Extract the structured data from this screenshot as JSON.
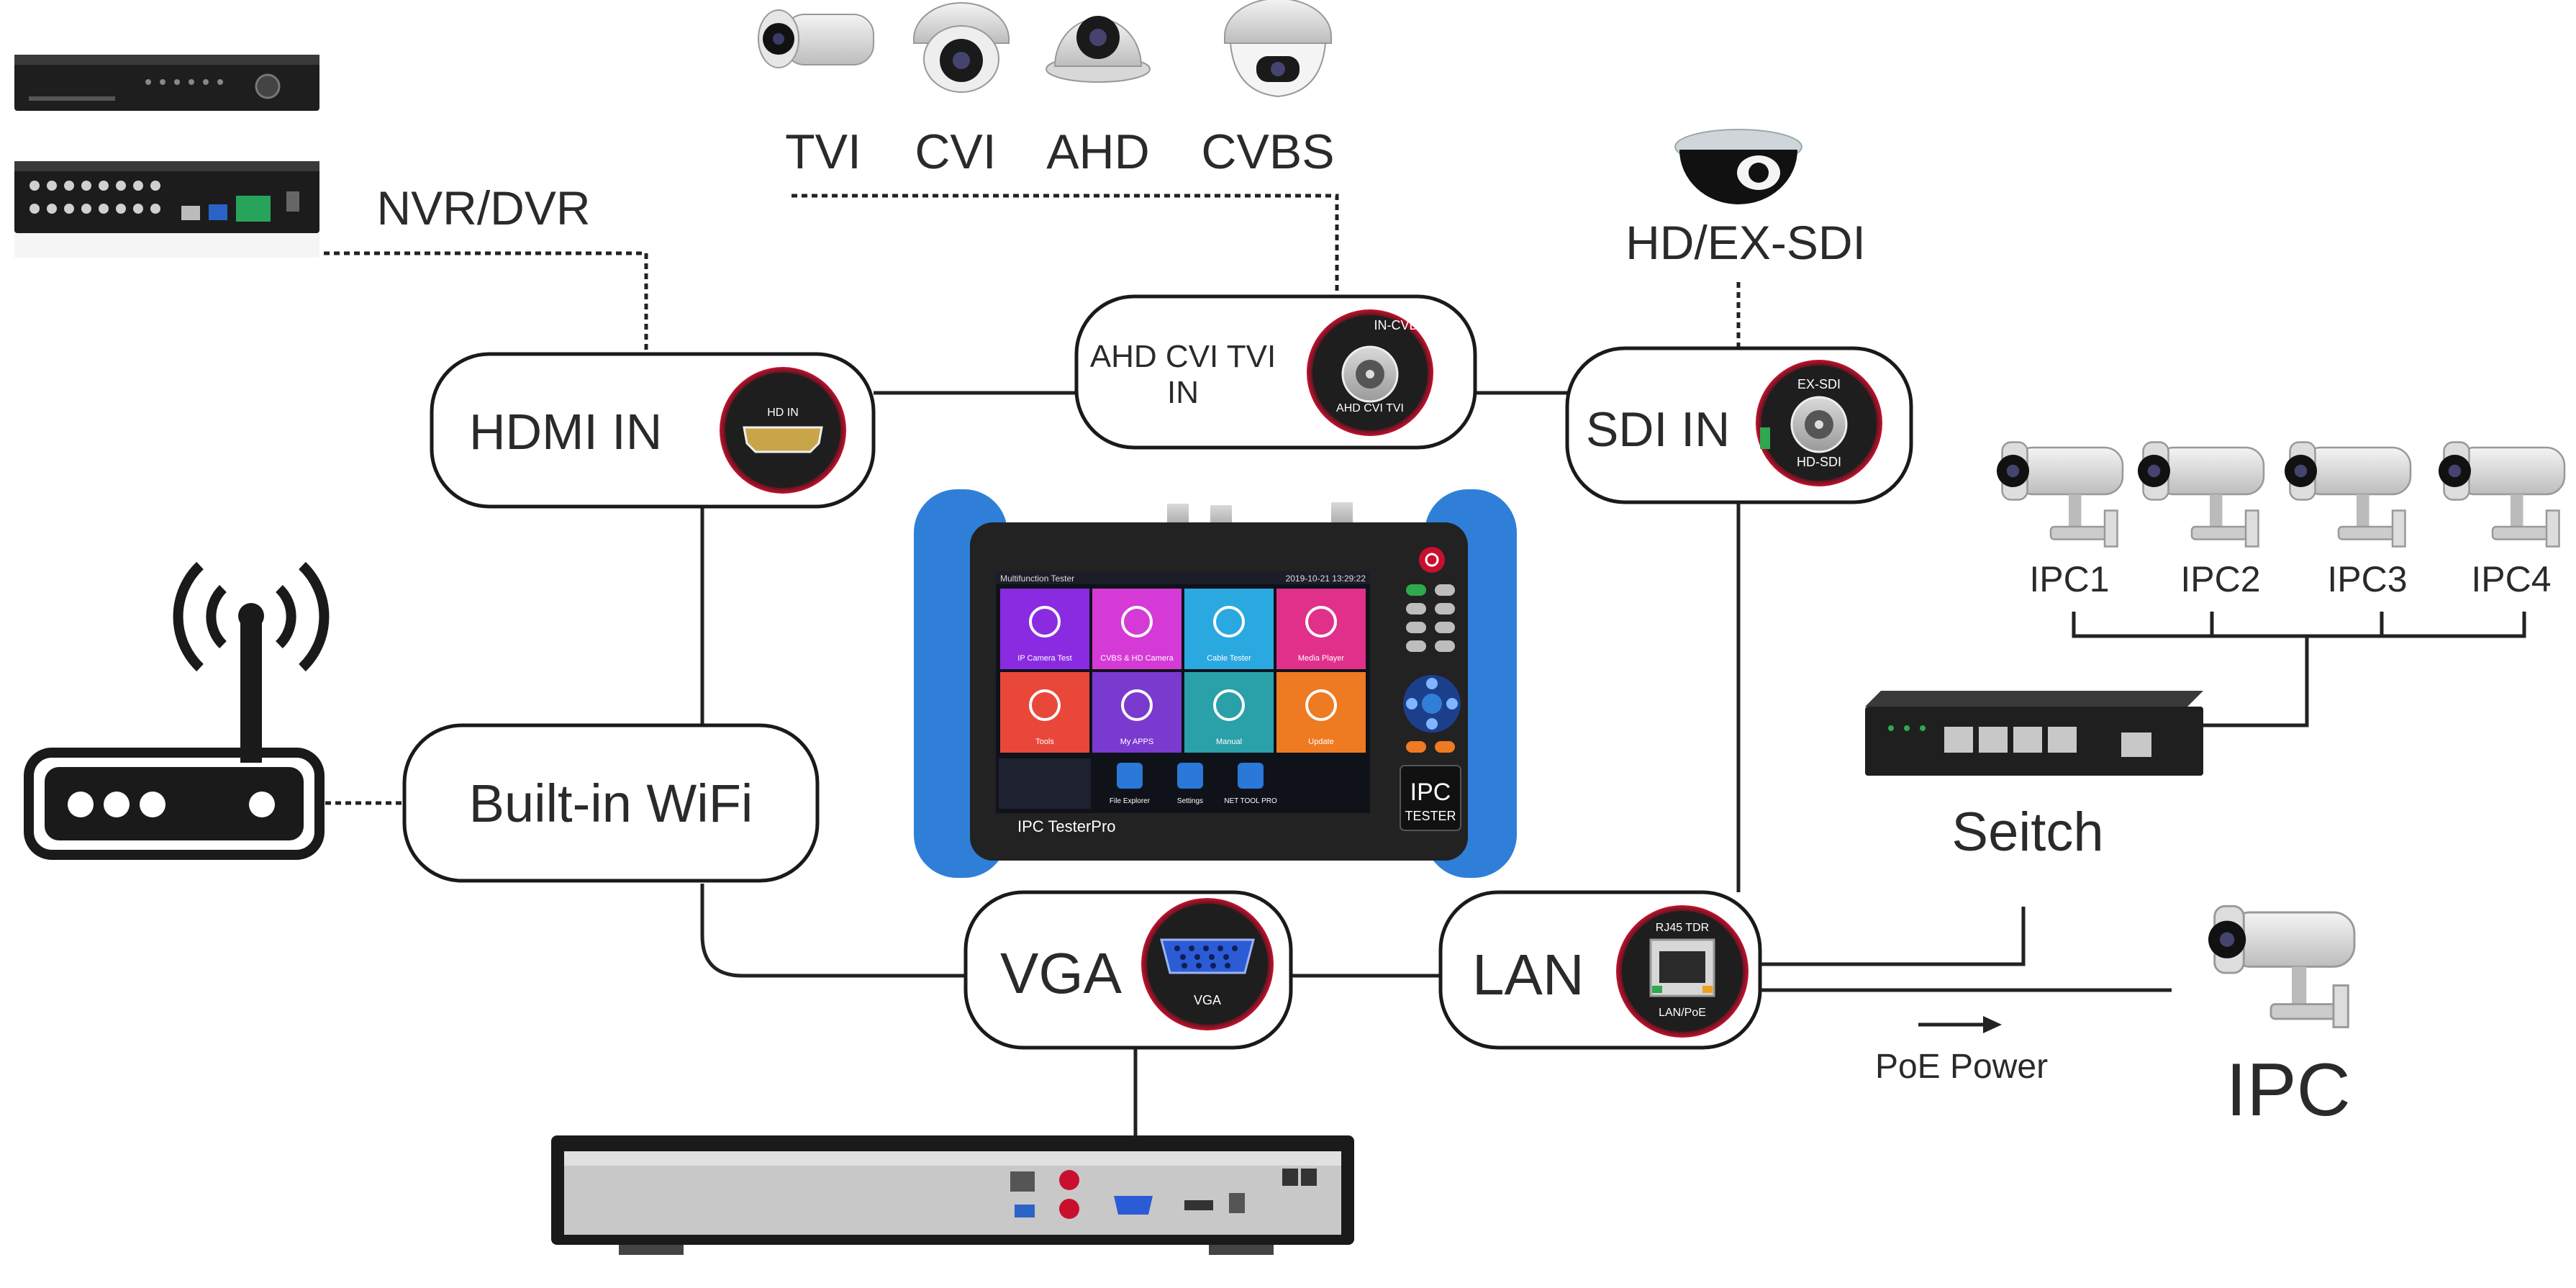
{
  "camera_types": {
    "tvi": "TVI",
    "cvi": "CVI",
    "ahd": "AHD",
    "cvbs": "CVBS"
  },
  "sources": {
    "nvr_dvr": "NVR/DVR",
    "hd_ex_sdi": "HD/EX-SDI"
  },
  "ports": {
    "hdmi_in": "HDMI IN",
    "hdmi_port_label": "HD IN",
    "analog_in_line1": "AHD CVI TVI",
    "analog_in_line2": "IN",
    "bnc_top_label": "IN-CVBS",
    "bnc_bottom_label": "AHD CVI TVI",
    "sdi_in": "SDI IN",
    "sdi_top_label": "EX-SDI",
    "sdi_bottom_label": "HD-SDI",
    "wifi": "Built-in WiFi",
    "vga": "VGA",
    "vga_port_label": "VGA",
    "lan": "LAN",
    "lan_top_label": "RJ45 TDR",
    "lan_bottom_label": "LAN/PoE"
  },
  "ipc_cameras": [
    "IPC1",
    "IPC2",
    "IPC3",
    "IPC4"
  ],
  "switch_label": "Seitch",
  "poe_label": "PoE Power",
  "ipc_label": "IPC",
  "tester": {
    "header_title": "Multifunction Tester",
    "header_time": "2019-10-21 13:29:22",
    "brand": "IPC TesterPro",
    "badge_line1": "IPC",
    "badge_line2": "TESTER",
    "tiles": [
      {
        "label": "IP Camera Test",
        "color": "#8a2be2"
      },
      {
        "label": "CVBS & HD Camera",
        "color": "#d63ad6"
      },
      {
        "label": "Cable Tester",
        "color": "#2aa8e0"
      },
      {
        "label": "Media Player",
        "color": "#e0308a"
      },
      {
        "label": "Tools",
        "color": "#e8473a"
      },
      {
        "label": "My APPS",
        "color": "#7a3ad0"
      },
      {
        "label": "Manual",
        "color": "#2aa0a8"
      },
      {
        "label": "Update",
        "color": "#ee7a22"
      }
    ],
    "dock": [
      "File Explorer",
      "Settings",
      "NET TOOL PRO"
    ]
  },
  "colors": {
    "accent_red": "#c8102e",
    "tester_blue": "#2f7fd8"
  }
}
